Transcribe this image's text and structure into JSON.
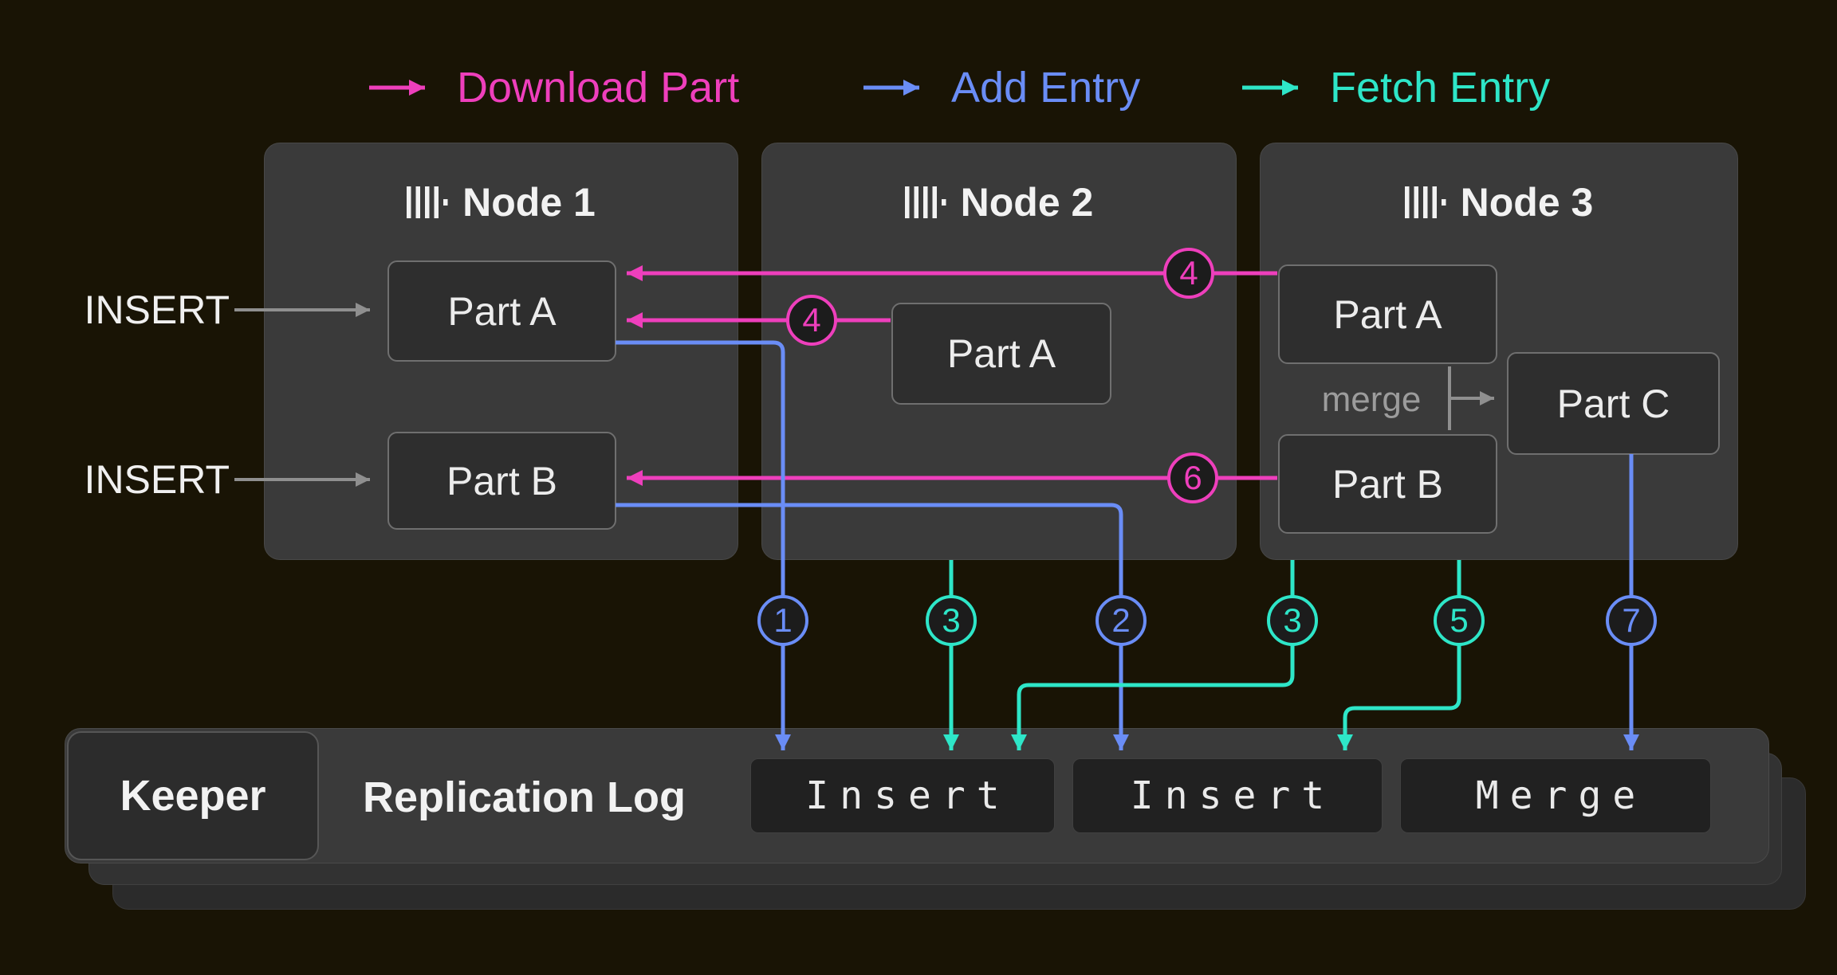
{
  "colors": {
    "magenta": "#ee3fbc",
    "blue": "#6a8df6",
    "teal": "#2ee6c8",
    "gray_arrow": "#8f8f8f",
    "background": "#191405"
  },
  "legend": {
    "items": [
      {
        "label": "Download Part",
        "color": "#ee3fbc"
      },
      {
        "label": "Add Entry",
        "color": "#6a8df6"
      },
      {
        "label": "Fetch Entry",
        "color": "#2ee6c8"
      }
    ]
  },
  "insert_labels": {
    "a": "INSERT",
    "b": "INSERT"
  },
  "nodes": [
    {
      "title": "Node 1",
      "parts": {
        "a": "Part A",
        "b": "Part B"
      }
    },
    {
      "title": "Node 2",
      "parts": {
        "a": "Part A"
      }
    },
    {
      "title": "Node 3",
      "parts": {
        "a": "Part A",
        "b": "Part B",
        "c": "Part C"
      },
      "merge_label": "merge"
    }
  ],
  "badges": {
    "download_from_n3": "4",
    "download_from_n2": "4",
    "download_part_b": "6",
    "add_entry_1": "1",
    "fetch_entry_n2": "3",
    "add_entry_2": "2",
    "fetch_entry_n3": "3",
    "fetch_entry_5": "5",
    "add_entry_7": "7"
  },
  "log": {
    "keeper": "Keeper",
    "title": "Replication Log",
    "entries": [
      "Insert",
      "Insert",
      "Merge"
    ]
  }
}
